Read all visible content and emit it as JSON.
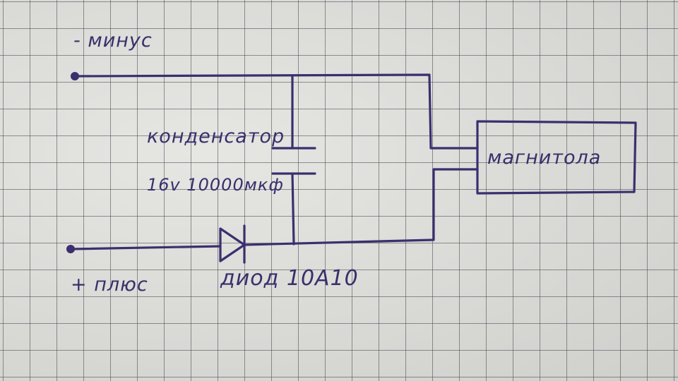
{
  "labels": {
    "minus": "- минус",
    "plus": "+ плюс",
    "capacitor_name": "конденсатор",
    "capacitor_rating": "16v 10000мкф",
    "diode": "диод 10А10",
    "radio": "магнитола"
  },
  "colors": {
    "ink": "#3b2f6e",
    "paper": "#dcdcd9",
    "grid": "#46464b"
  }
}
